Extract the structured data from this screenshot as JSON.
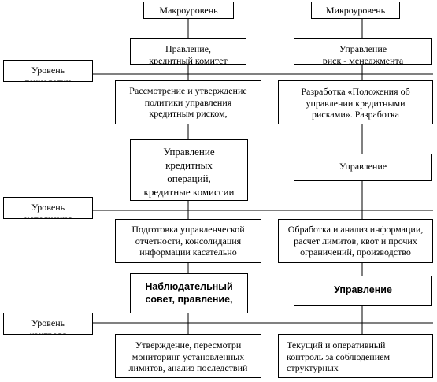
{
  "header": {
    "macro": "Макроуровень",
    "micro": "Микроуровень"
  },
  "levels": {
    "technology": "Уровень\nтехнологии",
    "execution": "Уровень\nисполнения",
    "control": "Уровень\nконтроля"
  },
  "macro": {
    "management": "Правление,\nкредитный комитет",
    "policy": "Рассмотрение и утверждение\nполитики управления\nкредитным риском,",
    "credit_ops": "Управление\nкредитных\nопераций,\nкредитные комиссии",
    "reporting": "Подготовка управленческой\nотчетности, консолидация\nинформации касательно",
    "supervisory": "Наблюдательный\nсовет, правление,",
    "approval": "Утверждение, пересмотри\nмониторинг установленных\nлимитов, анализ последствий"
  },
  "micro": {
    "risk_mgmt": "Управление\nриск - менеджмента",
    "regulation": "Разработка «Положения об\nуправлении кредитными\nрисками». Разработка",
    "department": "Управление",
    "analysis": "Обработка и анализ информации,\nрасчет лимитов, квот и прочих\nограничений, производство",
    "management_bold": "Управление",
    "current_control": "Текущий и оперативный\nконтроль за соблюдением\nструктурных"
  }
}
